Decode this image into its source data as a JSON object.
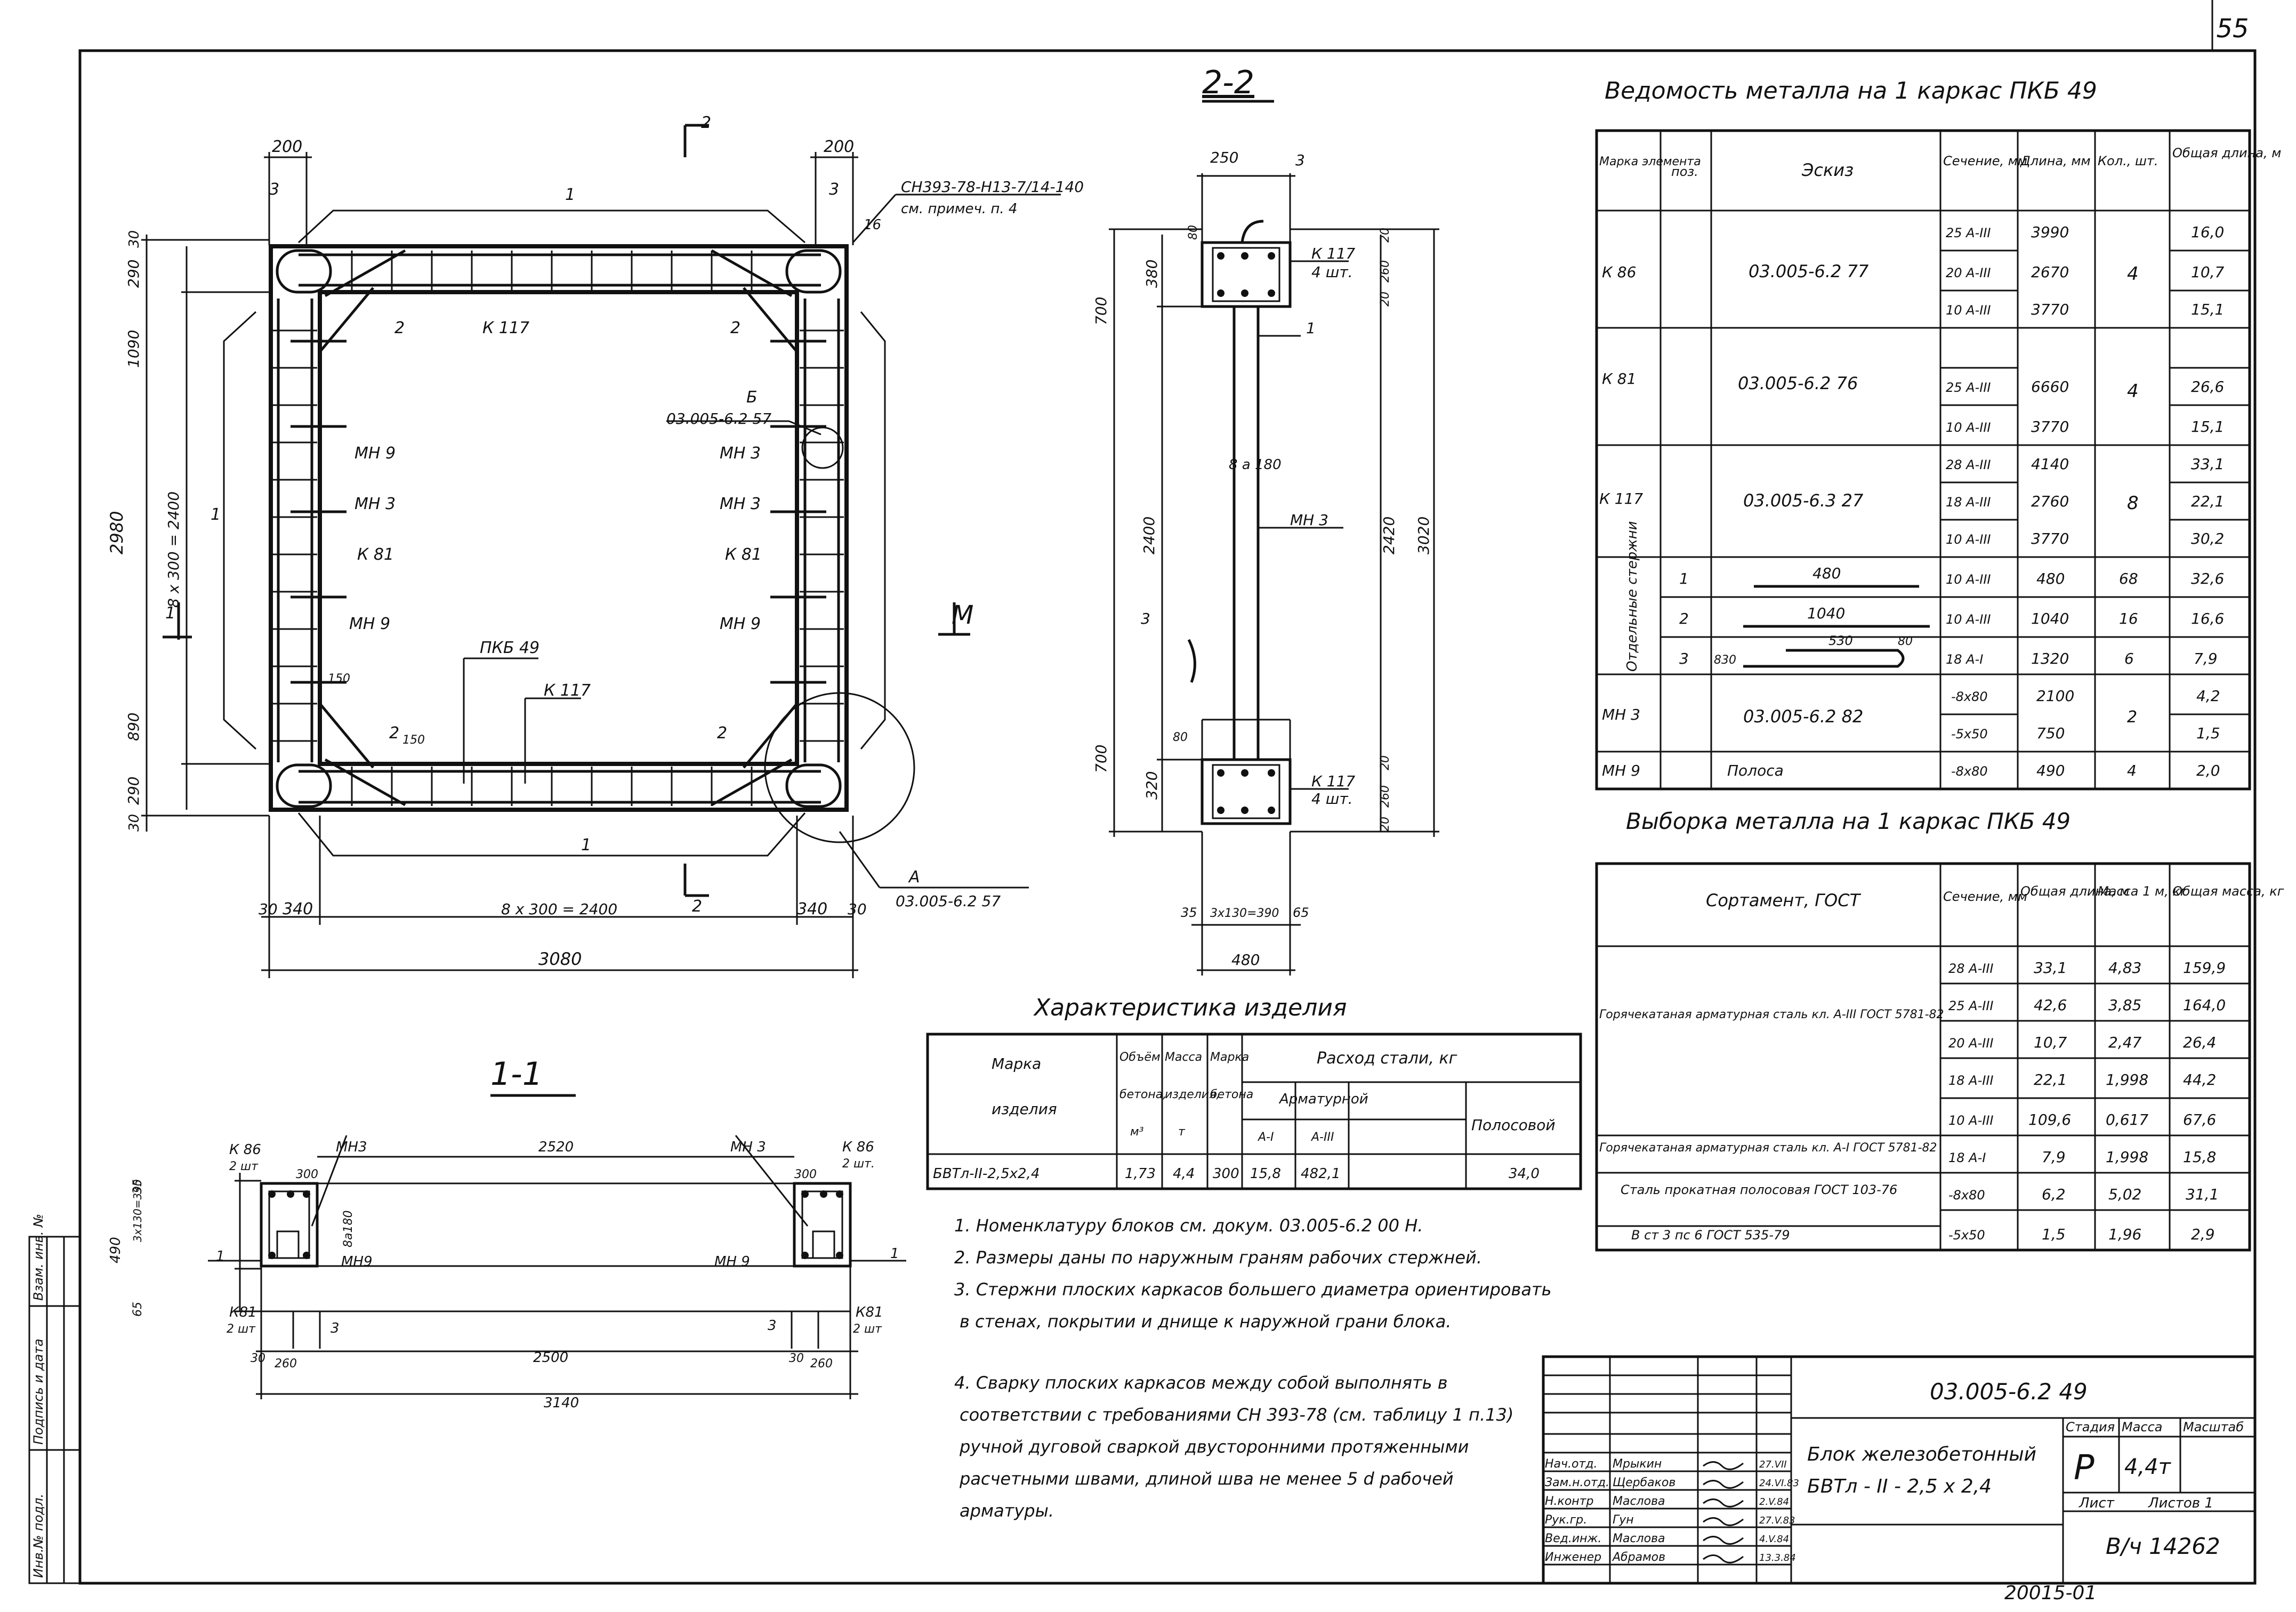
{
  "page_number": "55",
  "drawing_number": "03.005-6.2 49",
  "archive_number": "20015-01",
  "side_stamp": [
    "Инв.№ подл.",
    "Подпись и дата",
    "Взам. инв. №"
  ],
  "plan_labels": {
    "dim_200_left": "200",
    "dim_200_right": "200",
    "cut_2_top": "2",
    "cut_2_bottom": "2",
    "bar_1_top": "1",
    "bar_1_bottom": "1",
    "bar_1_left": "1",
    "bar_1_side": "1",
    "bar_3_left": "3",
    "bar_3_right": "3",
    "leader_top": "СН393-78-Н13-7/14-140",
    "leader_top2": "см. примеч. п. 4",
    "leader_16": "16",
    "dim_30_top": "30",
    "dim_290_top": "290",
    "dim_1090": "1090",
    "dim_2980": "2980",
    "dim_8x300_v": "8 x 300 = 2400",
    "dim_890": "890",
    "dim_290_bot": "290",
    "dim_30_bot": "30",
    "cut_1": "1",
    "label_2_a": "2",
    "label_2_b": "2",
    "label_2_c": "2",
    "label_2_d": "2",
    "k117_a": "К 117",
    "k117_b": "К 117",
    "b_mark": "Б",
    "b_ref": "03.005-6.2 57",
    "mn9_a": "МН 9",
    "mn3_a": "МН 3",
    "k81_a": "К 81",
    "mn9_b": "МН 9",
    "mn3_b": "МН 3",
    "mn3_c": "МН 3",
    "k81_b": "К 81",
    "mn9_c": "МН 9",
    "pkb": "ПКБ 49",
    "d150": "150",
    "d150b": "150",
    "a_mark": "А",
    "a_ref": "03.005-6.2 57",
    "dim_30_l": "30",
    "dim_340_l": "340",
    "dim_8x300_h": "8 x 300 = 2400",
    "dim_340_r": "340",
    "dim_30_r": "30",
    "dim_3080": "3080",
    "m_label": "М"
  },
  "section22": {
    "title": "2-2",
    "d250": "250",
    "d3": "3",
    "d80": "80",
    "d380": "380",
    "d700_top": "700",
    "d2400": "2400",
    "d700_bot": "700",
    "d320": "320",
    "d80b": "80",
    "k117_a": "К 117",
    "qty_a": "4 шт.",
    "k117_b": "К 117",
    "qty_b": "4 шт.",
    "d20": "20",
    "d260": "260",
    "d20b": "20",
    "d20c": "20",
    "d260b": "260",
    "d20d": "20",
    "d2420": "2420",
    "d3020": "3020",
    "d8a180": "8 а 180",
    "mn3": "МН 3",
    "one": "1",
    "three": "3",
    "d35": "35",
    "d3x130": "3х130=390",
    "d65": "65",
    "d480": "480"
  },
  "section11": {
    "title": "1-1",
    "k86_l": "К 86",
    "k86_l_q": "2 шт",
    "mn3_l": "МН3",
    "d300_l": "300",
    "d2520": "2520",
    "mn3_r": "МН 3",
    "d300_r": "300",
    "k86_r": "К 86",
    "k86_r_q": "2 шт.",
    "d35": "35",
    "d3x130": "3х130=390",
    "d490": "490",
    "d65": "65",
    "d8a180": "8а180",
    "mn9_l": "МН9",
    "mn9_r": "МН 9",
    "one_l": "1",
    "one_r": "1",
    "k81_l": "К81",
    "k81_l_q": "2 шт",
    "three_l": "3",
    "three_r": "3",
    "k81_r": "К81",
    "k81_r_q": "2 шт",
    "d30_l": "30",
    "d260_l": "260",
    "d2500": "2500",
    "d30_r": "30",
    "d260_r": "260",
    "d3140": "3140"
  },
  "metal_list": {
    "title": "Ведомость металла на 1 каркас ПКБ 49",
    "headers": [
      "Марка элемента",
      "поз.",
      "Эскиз",
      "Сечение, мм",
      "Длина, мм",
      "Кол., шт.",
      "Общая длина, м"
    ],
    "group_label": "Отдельные стержни",
    "rows": [
      {
        "mark": "К 86",
        "sketch": "03.005-6.2 77",
        "qty": "4",
        "lines": [
          [
            "25 А-III",
            "3990",
            "16,0"
          ],
          [
            "20 А-III",
            "2670",
            "10,7"
          ],
          [
            "10 А-III",
            "3770",
            "15,1"
          ]
        ]
      },
      {
        "mark": "К 81",
        "sketch": "03.005-6.2 76",
        "qty": "4",
        "lines": [
          [
            "",
            "",
            ""
          ],
          [
            "25 А-III",
            "6660",
            "26,6"
          ],
          [
            "10 А-III",
            "3770",
            "15,1"
          ]
        ]
      },
      {
        "mark": "К 117",
        "sketch": "03.005-6.3 27",
        "qty": "8",
        "lines": [
          [
            "28 А-III",
            "4140",
            "33,1"
          ],
          [
            "18 А-III",
            "2760",
            "22,1"
          ],
          [
            "10 А-III",
            "3770",
            "30,2"
          ]
        ]
      },
      {
        "pos": "1",
        "sketch": "480",
        "sec": "10 А-III",
        "len": "480",
        "qty": "68",
        "total": "32,6"
      },
      {
        "pos": "2",
        "sketch": "1040",
        "sec": "10 А-III",
        "len": "1040",
        "qty": "16",
        "total": "16,6"
      },
      {
        "pos": "3",
        "sketch": "530",
        "sketch_a": "830",
        "sketch_b": "80",
        "sec": "18 А-I",
        "len": "1320",
        "qty": "6",
        "total": "7,9"
      },
      {
        "mark": "МН 3",
        "sketch": "03.005-6.2 82",
        "qty": "2",
        "lines": [
          [
            "-8х80",
            "2100",
            "4,2"
          ],
          [
            "-5х50",
            "750",
            "1,5"
          ]
        ]
      },
      {
        "mark": "МН 9",
        "sketch": "Полоса",
        "sec": "-8х80",
        "len": "490",
        "qty": "4",
        "total": "2,0"
      }
    ]
  },
  "metal_selection": {
    "title": "Выборка металла на 1 каркас ПКБ 49",
    "headers": [
      "Сортамент, ГОСТ",
      "Сечение, мм",
      "Общая длина, м",
      "Масса 1 м, кг",
      "Общая масса, кг"
    ],
    "grade1": "Горячекатаная арматурная сталь кл. А-III ГОСТ 5781-82",
    "grade2": "Горячекатаная арматурная сталь кл. А-I ГОСТ 5781-82",
    "grade3": "Сталь прокатная полосовая ГОСТ 103-76",
    "grade4": "В ст 3 пс 6 ГОСТ 535-79",
    "rows": [
      [
        "28 А-III",
        "33,1",
        "4,83",
        "159,9"
      ],
      [
        "25 А-III",
        "42,6",
        "3,85",
        "164,0"
      ],
      [
        "20 А-III",
        "10,7",
        "2,47",
        "26,4"
      ],
      [
        "18 А-III",
        "22,1",
        "1,998",
        "44,2"
      ],
      [
        "10 А-III",
        "109,6",
        "0,617",
        "67,6"
      ],
      [
        "18 А-I",
        "7,9",
        "1,998",
        "15,8"
      ],
      [
        "-8х80",
        "6,2",
        "5,02",
        "31,1"
      ],
      [
        "-5х50",
        "1,5",
        "1,96",
        "2,9"
      ]
    ]
  },
  "characteristics": {
    "title": "Характеристика изделия",
    "h_mark1": "Марка",
    "h_mark2": "изделия",
    "h_vol1": "Объём",
    "h_vol2": "бетона,",
    "h_vol3": "м³",
    "h_mass1": "Масса",
    "h_mass2": "изделия,",
    "h_mass3": "т",
    "h_grade1": "Марка",
    "h_grade2": "бетона",
    "h_steel": "Расход стали, кг",
    "h_rebar": "Арматурной",
    "h_ai": "А-I",
    "h_aiii": "А-III",
    "h_strip": "Полосовой",
    "row": [
      "БВТл-II-2,5х2,4",
      "1,73",
      "4,4",
      "300",
      "15,8",
      "482,1",
      "34,0"
    ]
  },
  "notes": [
    "1. Номенклатуру блоков см. докум. 03.005-6.2 00 Н.",
    "2. Размеры даны по наружным граням рабочих стержней.",
    "3. Стержни плоских каркасов большего диаметра ориентировать",
    "в стенах, покрытии и днище к наружной грани блока.",
    "4. Сварку плоских каркасов между собой выполнять в",
    "соответствии с требованиями СН 393-78 (см. таблицу 1 п.13)",
    "ручной дуговой сваркой двусторонними протяженными",
    "расчетными швами, длиной шва не менее 5 d рабочей",
    "арматуры."
  ],
  "title_block": {
    "code": "03.005-6.2 49",
    "name1": "Блок железобетонный",
    "name2": "БВТл - II - 2,5 х 2,4",
    "h_stage": "Стадия",
    "h_mass": "Масса",
    "h_scale": "Масштаб",
    "stage": "Р",
    "mass": "4,4т",
    "sheet": "Лист",
    "sheets": "Листов 1",
    "archive": "В/ч 14262",
    "staff": [
      [
        "Нач.отд.",
        "Мрыкин",
        "27.VII"
      ],
      [
        "Зам.н.отд.",
        "Щербаков",
        "24.VI.83"
      ],
      [
        "Н.контр",
        "Маслова",
        "2.V.84"
      ],
      [
        "Рук.гр.",
        "Гун",
        "27.V.83"
      ],
      [
        "Вед.инж.",
        "Маслова",
        "4.V.84"
      ],
      [
        "Инженер",
        "Абрамов",
        "13.3.84"
      ]
    ]
  }
}
